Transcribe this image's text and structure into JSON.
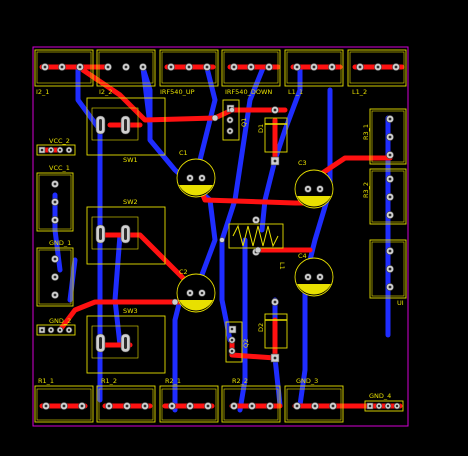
{
  "colors": {
    "background": "#000000",
    "board_outline": "#d400d4",
    "top_copper": "#ff1111",
    "bottom_copper": "#1f2dff",
    "silkscreen": "#e8e000",
    "pad": "#cfcfcf"
  },
  "labels": {
    "i2_1": "I2_1",
    "i2_2": "I2_2",
    "irf540_up": "IRF540_UP",
    "irf540_down": "IRF540_DOWN",
    "l1_1": "L1_1",
    "l1_2": "L1_2",
    "vcc_2": "VCC_2",
    "vcc_1": "VCC_1",
    "gnd_1": "GND_1",
    "gnd_2": "GND_2",
    "sw1": "SW1",
    "sw2": "SW2",
    "sw3": "SW3",
    "c1": "C1",
    "c2": "C2",
    "c3": "C3",
    "c4": "C4",
    "d1": "D1",
    "d2": "D2",
    "q1": "Q1",
    "q2": "Q2",
    "l1": "L1",
    "r3_1": "R3_1",
    "r3_2": "R3_2",
    "ui": "UI",
    "r1_1": "R1_1",
    "r1_2": "R1_2",
    "r2_1": "R2_1",
    "r2_2": "R2_2",
    "gnd_3": "GND_3",
    "gnd_4": "GND_4"
  }
}
